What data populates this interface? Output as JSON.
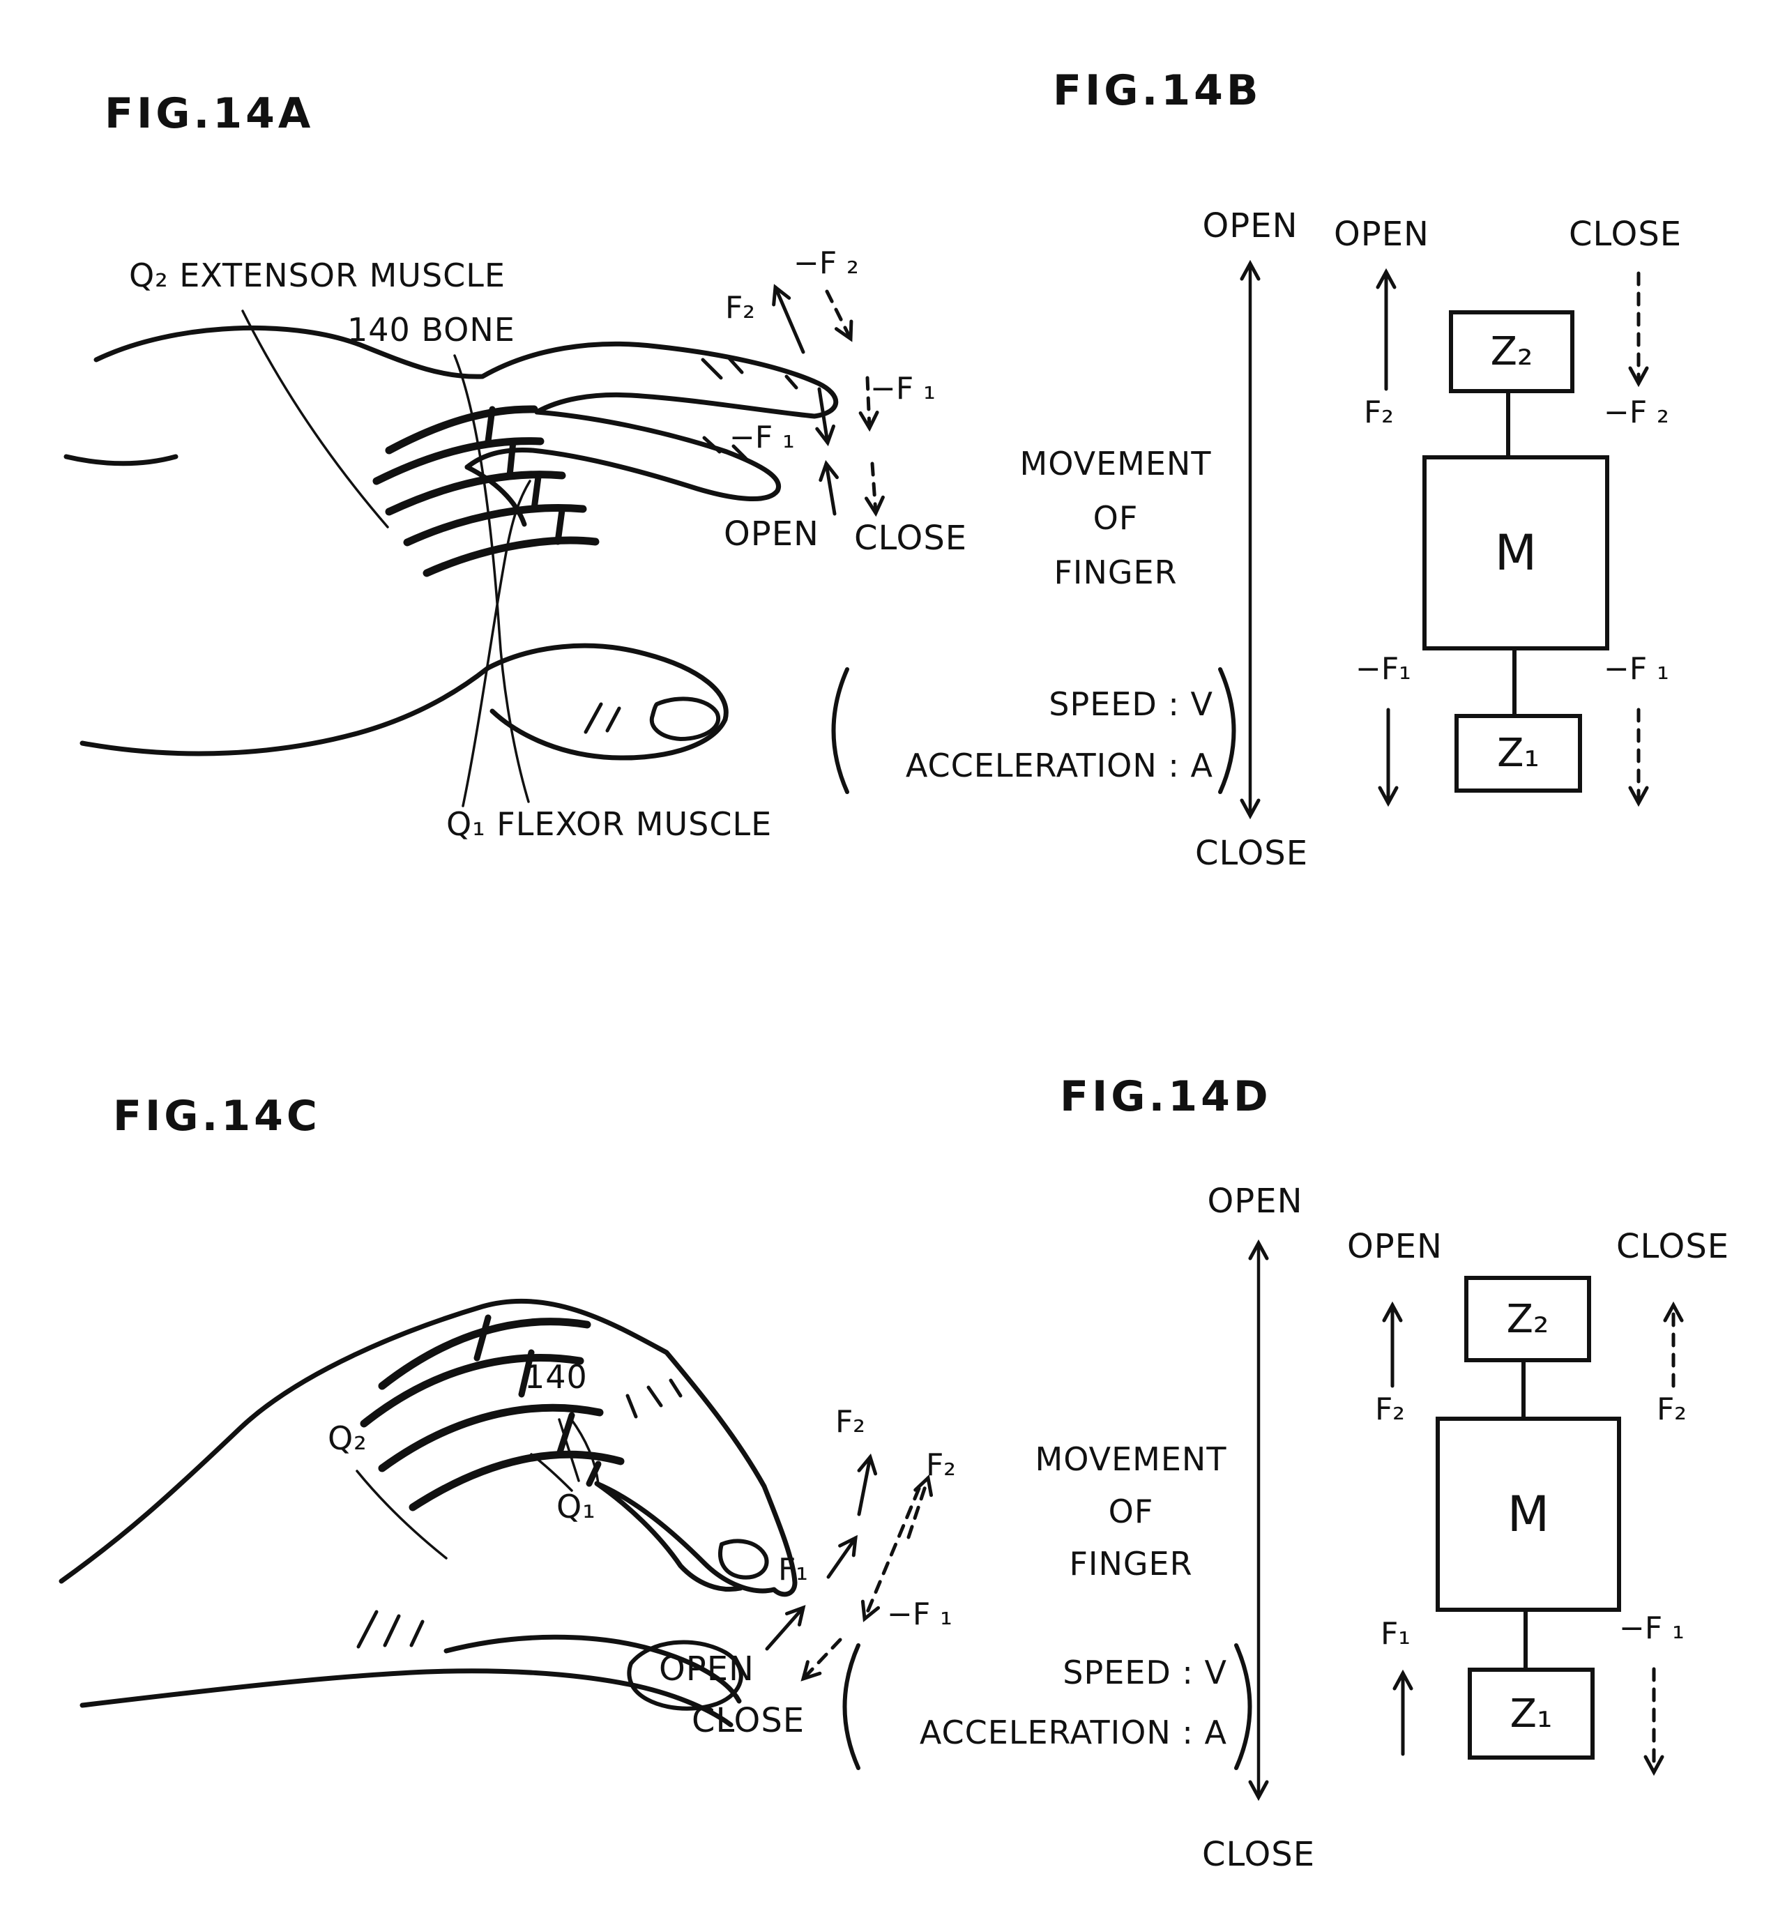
{
  "fig14a": {
    "title": "FIG.14A",
    "label_extensor": "Q₂ EXTENSOR MUSCLE",
    "label_bone": "140 BONE",
    "label_flexor": "Q₁ FLEXOR MUSCLE",
    "force_neg_f2": "−F ₂",
    "force_f2": "F₂",
    "force_neg_f1_outer": "−F ₁",
    "force_neg_f1_inner": "−F ₁",
    "open": "OPEN",
    "close": "CLOSE"
  },
  "fig14b": {
    "title": "FIG.14B",
    "axis_open": "OPEN",
    "axis_close": "CLOSE",
    "movement_lines": [
      "MOVEMENT",
      "OF",
      "FINGER"
    ],
    "speed": "SPEED : V",
    "acceleration": "ACCELERATION : A",
    "diagram": {
      "col_open": "OPEN",
      "col_close": "CLOSE",
      "box_z2": "Z₂",
      "box_m": "M",
      "box_z1": "Z₁",
      "f2": "F₂",
      "neg_f2": "−F ₂",
      "neg_f1_left": "−F₁",
      "neg_f1_right": "−F ₁"
    }
  },
  "fig14c": {
    "title": "FIG.14C",
    "label_q2": "Q₂",
    "label_140": "140",
    "label_q1": "Q₁",
    "force_f2_solid": "F₂",
    "force_f2_dashed": "F₂",
    "force_f1": "F₁",
    "force_neg_f1": "−F ₁",
    "open": "OPEN",
    "close": "CLOSE"
  },
  "fig14d": {
    "title": "FIG.14D",
    "axis_open": "OPEN",
    "axis_close": "CLOSE",
    "movement_lines": [
      "MOVEMENT",
      "OF",
      "FINGER"
    ],
    "speed": "SPEED : V",
    "acceleration": "ACCELERATION : A",
    "diagram": {
      "col_open": "OPEN",
      "col_close": "CLOSE",
      "box_z2": "Z₂",
      "box_m": "M",
      "box_z1": "Z₁",
      "f2_left": "F₂",
      "f2_right": "F₂",
      "f1": "F₁",
      "neg_f1": "−F ₁"
    }
  }
}
